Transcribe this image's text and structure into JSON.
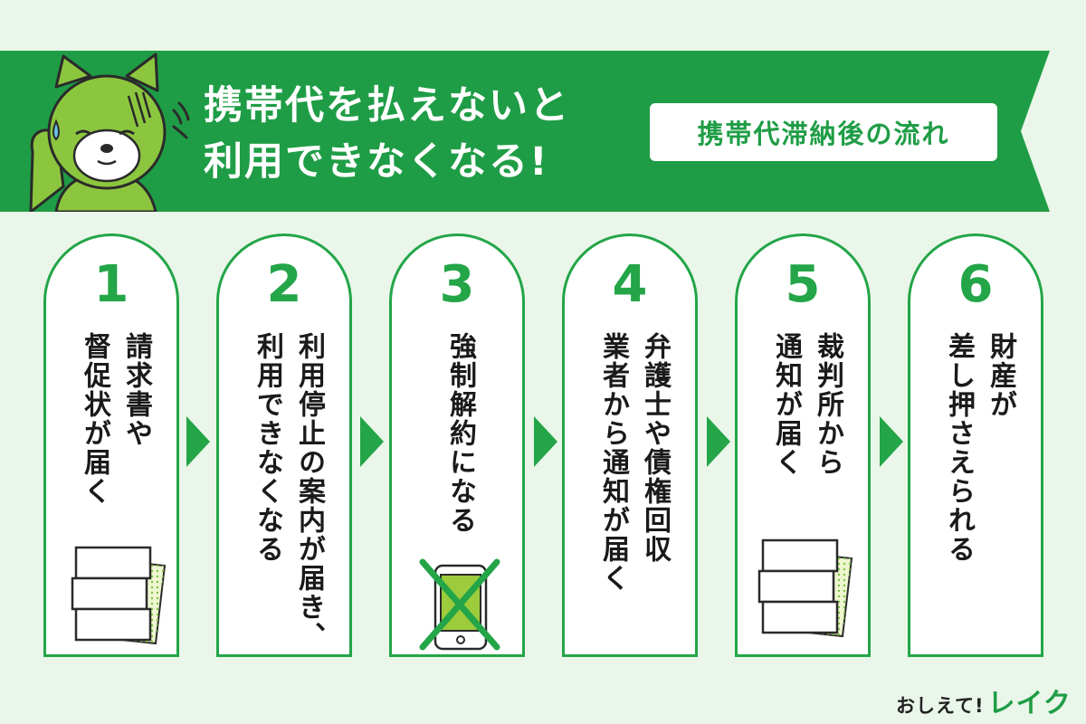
{
  "banner": {
    "headline_line1": "携帯代を払えないと",
    "headline_line2": "利用できなくなる!",
    "subtitle": "携帯代滞納後の流れ",
    "colors": {
      "green": "#1f9d46",
      "background": "#eaf6e9"
    }
  },
  "mascot": {
    "icon": "worried-dog-icon"
  },
  "steps": [
    {
      "number": "1",
      "lines": [
        "請求書や",
        "督促状が届く"
      ],
      "icon": "paper-document-icon"
    },
    {
      "number": "2",
      "lines": [
        "利用停止の案内が届き、",
        "利用できなくなる"
      ],
      "icon": ""
    },
    {
      "number": "3",
      "lines": [
        "強制解約になる"
      ],
      "icon": "crossed-smartphone-icon"
    },
    {
      "number": "4",
      "lines": [
        "弁護士や債権回収",
        "業者から通知が届く"
      ],
      "icon": ""
    },
    {
      "number": "5",
      "lines": [
        "裁判所から",
        "通知が届く"
      ],
      "icon": "paper-document-icon"
    },
    {
      "number": "6",
      "lines": [
        "財産が",
        "差し押さえられる"
      ],
      "icon": ""
    }
  ],
  "logo": {
    "prefix": "おしえて!",
    "name": "レイク"
  }
}
